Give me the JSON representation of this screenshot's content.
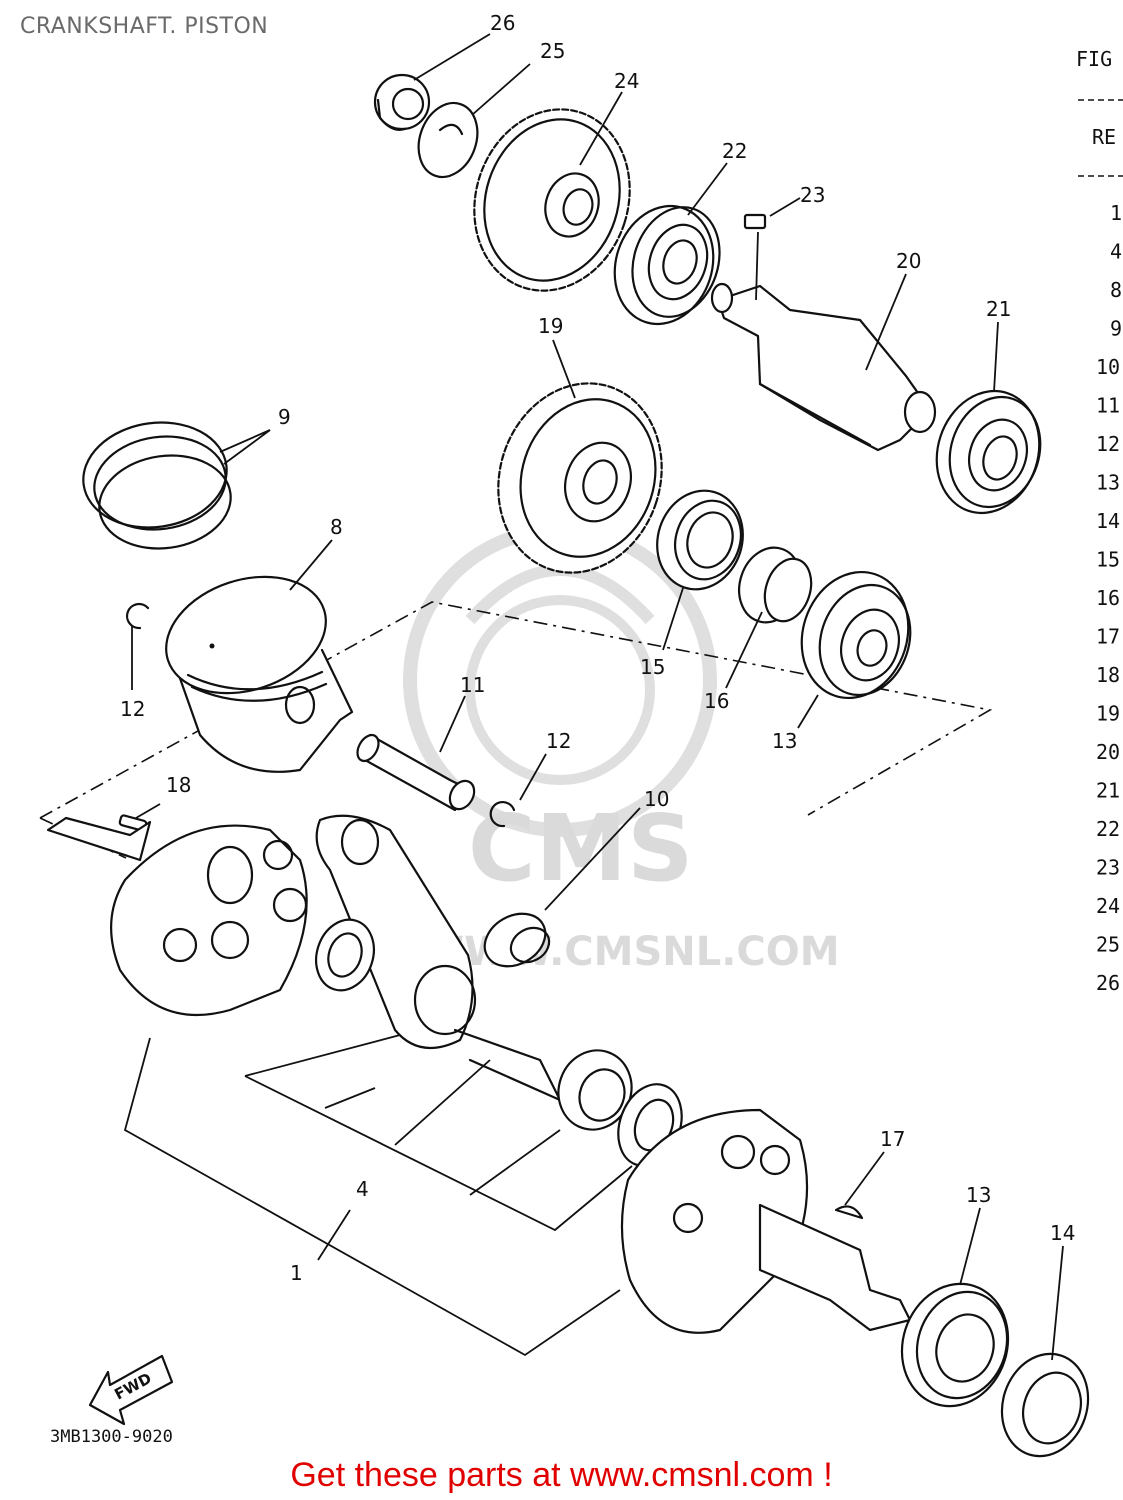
{
  "title": "CRANKSHAFT. PISTON",
  "watermark": {
    "logo_text": "CMS",
    "url_text": "WWW.CMSNL.COM"
  },
  "legend_column": {
    "header_1": "FIG",
    "header_2": "RE",
    "ref_numbers": [
      "1",
      "4",
      "8",
      "9",
      "10",
      "11",
      "12",
      "13",
      "14",
      "15",
      "16",
      "17",
      "18",
      "19",
      "20",
      "21",
      "22",
      "23",
      "24",
      "25",
      "26"
    ]
  },
  "callouts": [
    "26",
    "25",
    "24",
    "22",
    "23",
    "20",
    "21",
    "19",
    "9",
    "8",
    "12",
    "11",
    "12",
    "10",
    "15",
    "16",
    "13",
    "18",
    "17",
    "13",
    "14",
    "4",
    "1"
  ],
  "fwd_label": "FWD",
  "diagram_code": "3MB1300-9020",
  "cta": "Get these parts at www.cmsnl.com !"
}
